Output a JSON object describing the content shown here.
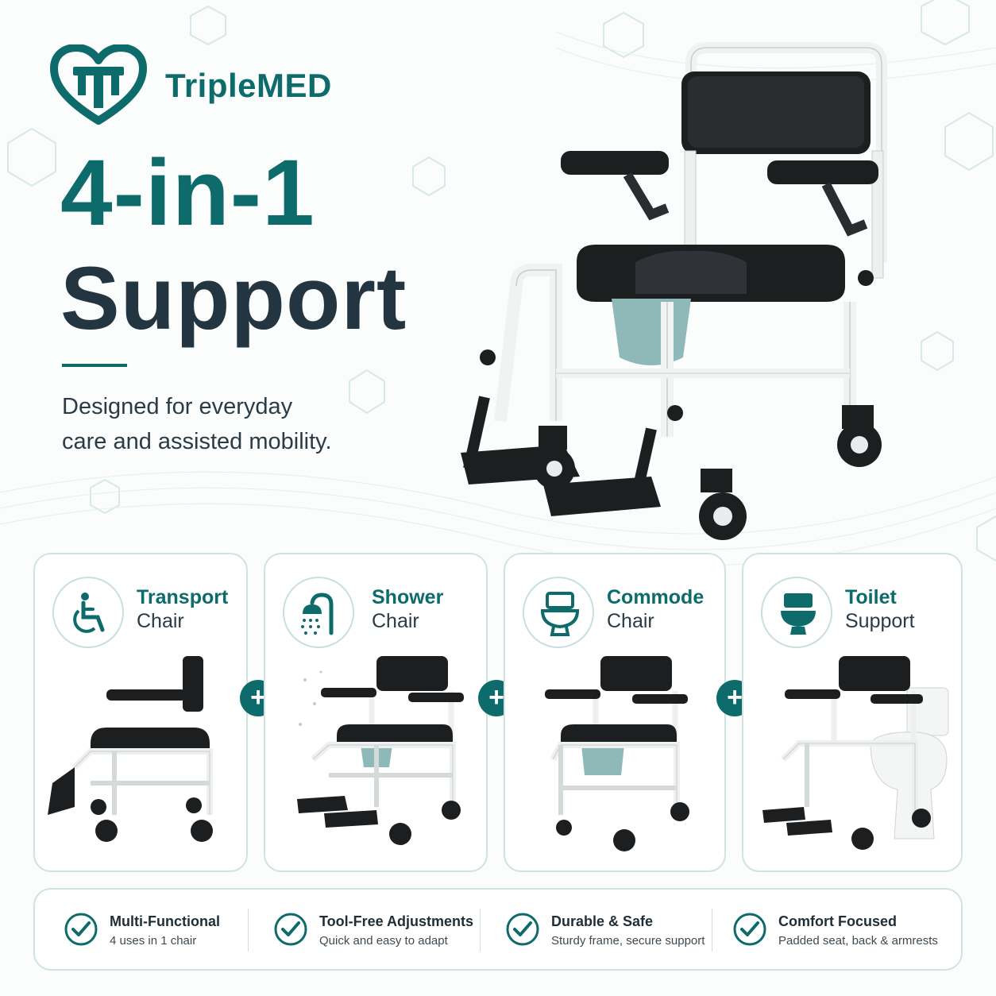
{
  "brand": {
    "name": "TripleMED",
    "color": "#0d6b6b"
  },
  "headline": {
    "line1": "4-in-1",
    "line2": "Support"
  },
  "tagline": {
    "line1": "Designed for everyday",
    "line2": "care and assisted mobility."
  },
  "hero": {
    "icon": "shower-commode-chair"
  },
  "cards": [
    {
      "title": "Transport",
      "subtitle": "Chair",
      "icon": "wheelchair-icon"
    },
    {
      "title": "Shower",
      "subtitle": "Chair",
      "icon": "shower-icon"
    },
    {
      "title": "Commode",
      "subtitle": "Chair",
      "icon": "commode-icon"
    },
    {
      "title": "Toilet",
      "subtitle": "Support",
      "icon": "toilet-icon"
    }
  ],
  "plus_symbol": "+",
  "features": [
    {
      "title": "Multi-Functional",
      "subtitle": "4 uses in 1 chair"
    },
    {
      "title": "Tool-Free Adjustments",
      "subtitle": "Quick and easy to adapt"
    },
    {
      "title": "Durable & Safe",
      "subtitle": "Sturdy frame, secure support"
    },
    {
      "title": "Comfort Focused",
      "subtitle": "Padded seat, back & armrests"
    }
  ],
  "colors": {
    "accent": "#0d6b6b",
    "dark": "#233541",
    "card_border": "#cfe3e1",
    "bucket": "#8fb9b9"
  }
}
